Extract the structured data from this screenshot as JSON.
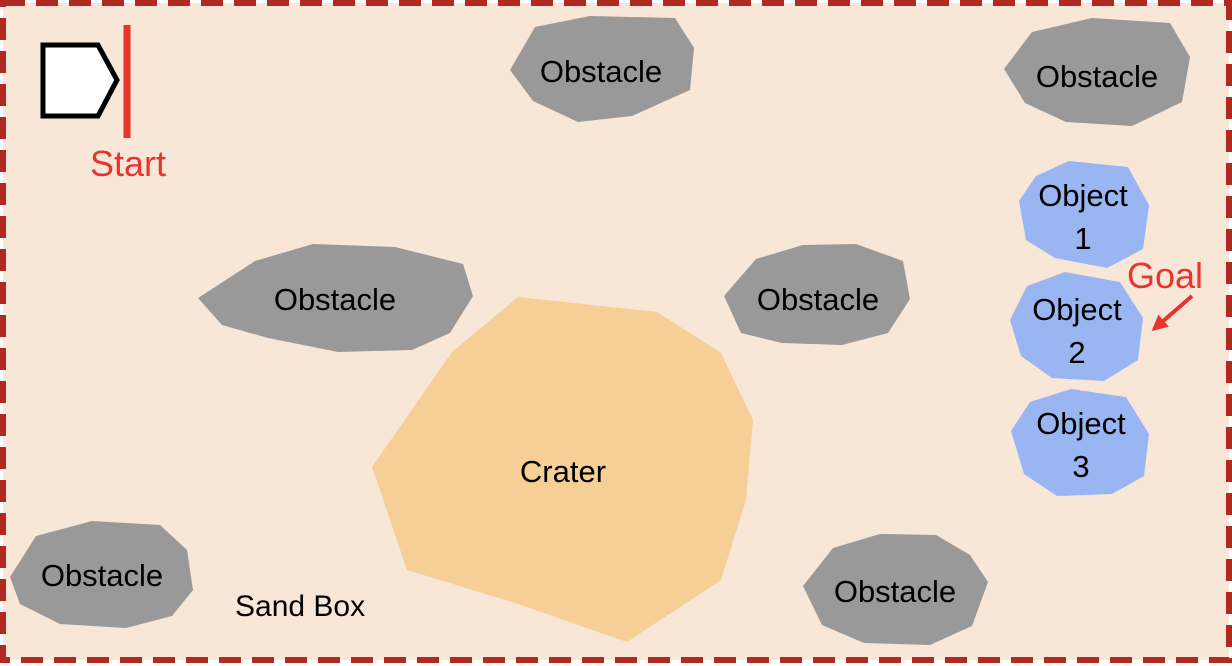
{
  "sandbox": {
    "label": "Sand Box",
    "fill_color": "#f8e6d7",
    "border_color": "#b02a23"
  },
  "robot": {
    "icon": "robot-pentagon-icon",
    "start_label": "Start",
    "accent_color": "#e8342f"
  },
  "obstacles": [
    {
      "label": "Obstacle"
    },
    {
      "label": "Obstacle"
    },
    {
      "label": "Obstacle"
    },
    {
      "label": "Obstacle"
    },
    {
      "label": "Obstacle"
    },
    {
      "label": "Obstacle"
    }
  ],
  "obstacle_color": "#999999",
  "crater": {
    "label": "Crater",
    "color": "#f6cf96"
  },
  "objects": [
    {
      "line1": "Object",
      "line2": "1"
    },
    {
      "line1": "Object",
      "line2": "2"
    },
    {
      "line1": "Object",
      "line2": "3"
    }
  ],
  "object_color": "#99b5f2",
  "goal": {
    "label": "Goal",
    "target_object": "2",
    "color": "#e8342f"
  }
}
